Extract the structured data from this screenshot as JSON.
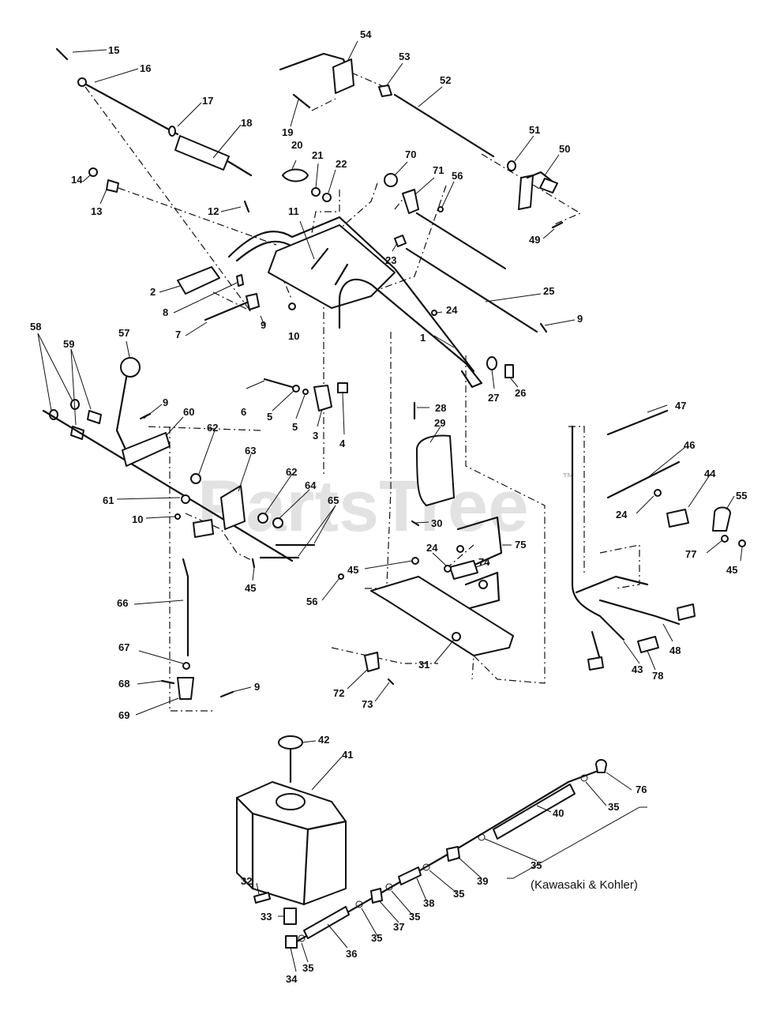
{
  "watermark": {
    "text": "PartsTree",
    "trademark": "™"
  },
  "caption": "(Kawasaki & Kohler)",
  "labels": [
    {
      "id": "15",
      "text": "15"
    },
    {
      "id": "16",
      "text": "16"
    },
    {
      "id": "17",
      "text": "17"
    },
    {
      "id": "18",
      "text": "18"
    },
    {
      "id": "14",
      "text": "14"
    },
    {
      "id": "13",
      "text": "13"
    },
    {
      "id": "12",
      "text": "12"
    },
    {
      "id": "2",
      "text": "2"
    },
    {
      "id": "8",
      "text": "8"
    },
    {
      "id": "7",
      "text": "7"
    },
    {
      "id": "9a",
      "text": "9"
    },
    {
      "id": "10a",
      "text": "10"
    },
    {
      "id": "11",
      "text": "11"
    },
    {
      "id": "20",
      "text": "20"
    },
    {
      "id": "21",
      "text": "21"
    },
    {
      "id": "22",
      "text": "22"
    },
    {
      "id": "19",
      "text": "19"
    },
    {
      "id": "54",
      "text": "54"
    },
    {
      "id": "53",
      "text": "53"
    },
    {
      "id": "52",
      "text": "52"
    },
    {
      "id": "51",
      "text": "51"
    },
    {
      "id": "50",
      "text": "50"
    },
    {
      "id": "49",
      "text": "49"
    },
    {
      "id": "70",
      "text": "70"
    },
    {
      "id": "71",
      "text": "71"
    },
    {
      "id": "56a",
      "text": "56"
    },
    {
      "id": "23",
      "text": "23"
    },
    {
      "id": "25",
      "text": "25"
    },
    {
      "id": "24a",
      "text": "24"
    },
    {
      "id": "9b",
      "text": "9"
    },
    {
      "id": "1",
      "text": "1"
    },
    {
      "id": "27",
      "text": "27"
    },
    {
      "id": "26",
      "text": "26"
    },
    {
      "id": "58",
      "text": "58"
    },
    {
      "id": "59",
      "text": "59"
    },
    {
      "id": "57",
      "text": "57"
    },
    {
      "id": "9c",
      "text": "9"
    },
    {
      "id": "60",
      "text": "60"
    },
    {
      "id": "6",
      "text": "6"
    },
    {
      "id": "5a",
      "text": "5"
    },
    {
      "id": "5b",
      "text": "5"
    },
    {
      "id": "3",
      "text": "3"
    },
    {
      "id": "4",
      "text": "4"
    },
    {
      "id": "28",
      "text": "28"
    },
    {
      "id": "29",
      "text": "29"
    },
    {
      "id": "47",
      "text": "47"
    },
    {
      "id": "46",
      "text": "46"
    },
    {
      "id": "44",
      "text": "44"
    },
    {
      "id": "55",
      "text": "55"
    },
    {
      "id": "24b",
      "text": "24"
    },
    {
      "id": "77",
      "text": "77"
    },
    {
      "id": "45a",
      "text": "45"
    },
    {
      "id": "62a",
      "text": "62"
    },
    {
      "id": "63",
      "text": "63"
    },
    {
      "id": "62b",
      "text": "62"
    },
    {
      "id": "64",
      "text": "64"
    },
    {
      "id": "65",
      "text": "65"
    },
    {
      "id": "61",
      "text": "61"
    },
    {
      "id": "10b",
      "text": "10"
    },
    {
      "id": "45b",
      "text": "45"
    },
    {
      "id": "30",
      "text": "30"
    },
    {
      "id": "75",
      "text": "75"
    },
    {
      "id": "45c",
      "text": "45"
    },
    {
      "id": "24c",
      "text": "24"
    },
    {
      "id": "74",
      "text": "74"
    },
    {
      "id": "56b",
      "text": "56"
    },
    {
      "id": "66",
      "text": "66"
    },
    {
      "id": "48",
      "text": "48"
    },
    {
      "id": "43",
      "text": "43"
    },
    {
      "id": "78",
      "text": "78"
    },
    {
      "id": "31",
      "text": "31"
    },
    {
      "id": "67",
      "text": "67"
    },
    {
      "id": "68",
      "text": "68"
    },
    {
      "id": "9d",
      "text": "9"
    },
    {
      "id": "69",
      "text": "69"
    },
    {
      "id": "72",
      "text": "72"
    },
    {
      "id": "73",
      "text": "73"
    },
    {
      "id": "42",
      "text": "42"
    },
    {
      "id": "41",
      "text": "41"
    },
    {
      "id": "76",
      "text": "76"
    },
    {
      "id": "35a",
      "text": "35"
    },
    {
      "id": "40",
      "text": "40"
    },
    {
      "id": "35b",
      "text": "35"
    },
    {
      "id": "39",
      "text": "39"
    },
    {
      "id": "35c",
      "text": "35"
    },
    {
      "id": "38",
      "text": "38"
    },
    {
      "id": "35d",
      "text": "35"
    },
    {
      "id": "37",
      "text": "37"
    },
    {
      "id": "35e",
      "text": "35"
    },
    {
      "id": "32",
      "text": "32"
    },
    {
      "id": "33",
      "text": "33"
    },
    {
      "id": "36",
      "text": "36"
    },
    {
      "id": "35f",
      "text": "35"
    },
    {
      "id": "34",
      "text": "34"
    }
  ]
}
